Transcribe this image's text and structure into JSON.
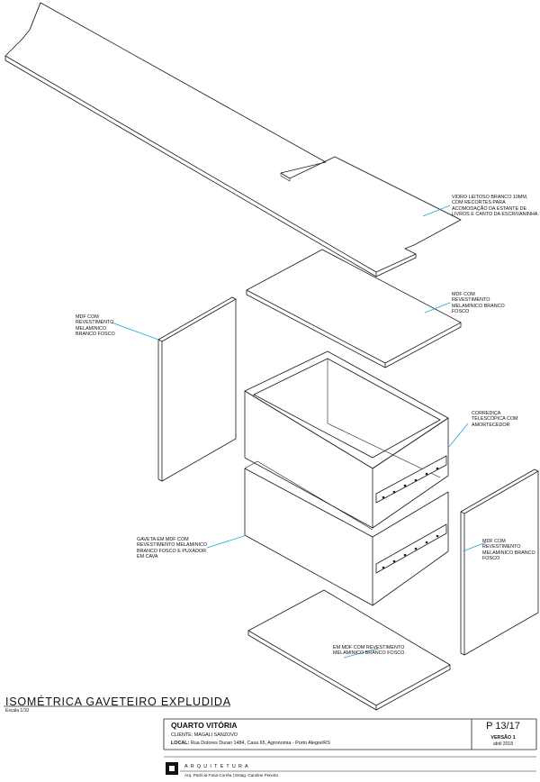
{
  "drawing": {
    "title": "ISOMÉTRICA GAVETEIRO EXPLUDIDA",
    "scale": "Escala 1/10",
    "annotations": {
      "vidro": [
        "VIDRO LEITOSO BRANCO 10mm,",
        "COM RECORTES PARA",
        "ACOMODAÇÃO DA ESTANTE DE",
        "LIVROS E CANTO DA ESCRIVANINHA."
      ],
      "mdf_top": [
        "MDF COM",
        "REVESTIMENTO",
        "MELAMINICO BRANCO",
        "FOSCO"
      ],
      "mdf_left": [
        "MDF COM",
        "REVESTIMENTO",
        "MELAMINICO",
        "BRANCO FOSCO"
      ],
      "corredica": [
        "CORREDIÇA",
        "TELESCÓPICA COM",
        "AMORTECEDOR"
      ],
      "gaveta": [
        "GAVETA EM MDF COM",
        "REVESTIMENTO MELAMINICO",
        "BRANCO FOSCO E PUXADOR",
        "EM CAVA"
      ],
      "mdf_right": [
        "MDF COM",
        "REVESTIMENTO",
        "MELAMINICO BRANCO",
        "FOSCO"
      ],
      "mdf_base": [
        "EM MDF COM REVESTIMENTO",
        "MELAMINICO BRANCO FOSCO."
      ]
    }
  },
  "title_block": {
    "project": "QUARTO VITÓRIA",
    "client": "CLIENTE: MAGALI SANZOVO",
    "local_label": "LOCAL:",
    "local_value": "Rua Dolores Duran 1484, Casa 65, Agronomia - Porto Alegre/RS",
    "page": "P 13/17",
    "version": "VERSÃO 1",
    "date": "abril 2018",
    "brand": "ARQUITETURA",
    "authors": "Arq. Patrícia Faria Corrêa | Estag. Caroline Peixoto"
  }
}
